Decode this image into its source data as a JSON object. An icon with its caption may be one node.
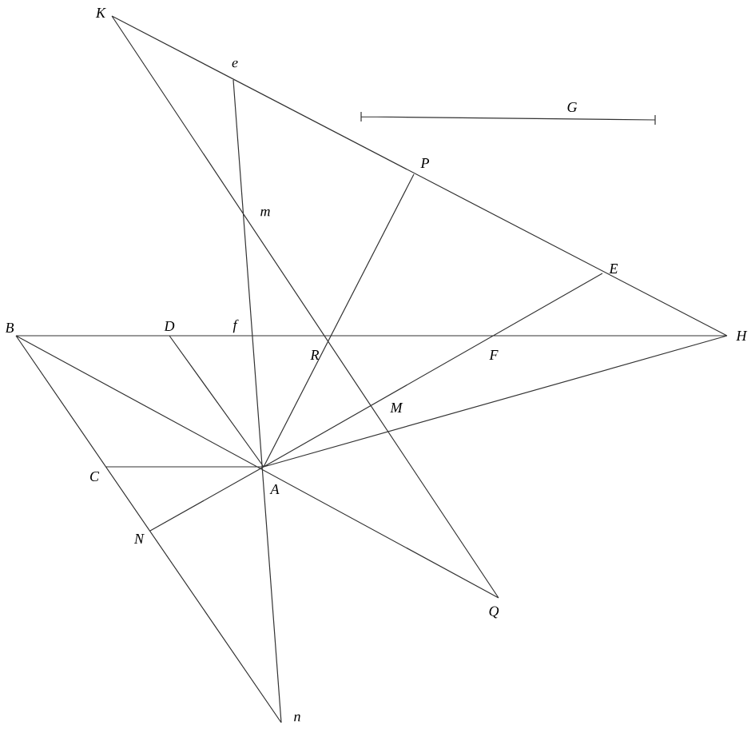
{
  "diagram": {
    "labels": [
      "K",
      "e",
      "G",
      "P",
      "m",
      "E",
      "B",
      "D",
      "f",
      "R",
      "F",
      "H",
      "M",
      "C",
      "A",
      "N",
      "Q",
      "n"
    ]
  }
}
